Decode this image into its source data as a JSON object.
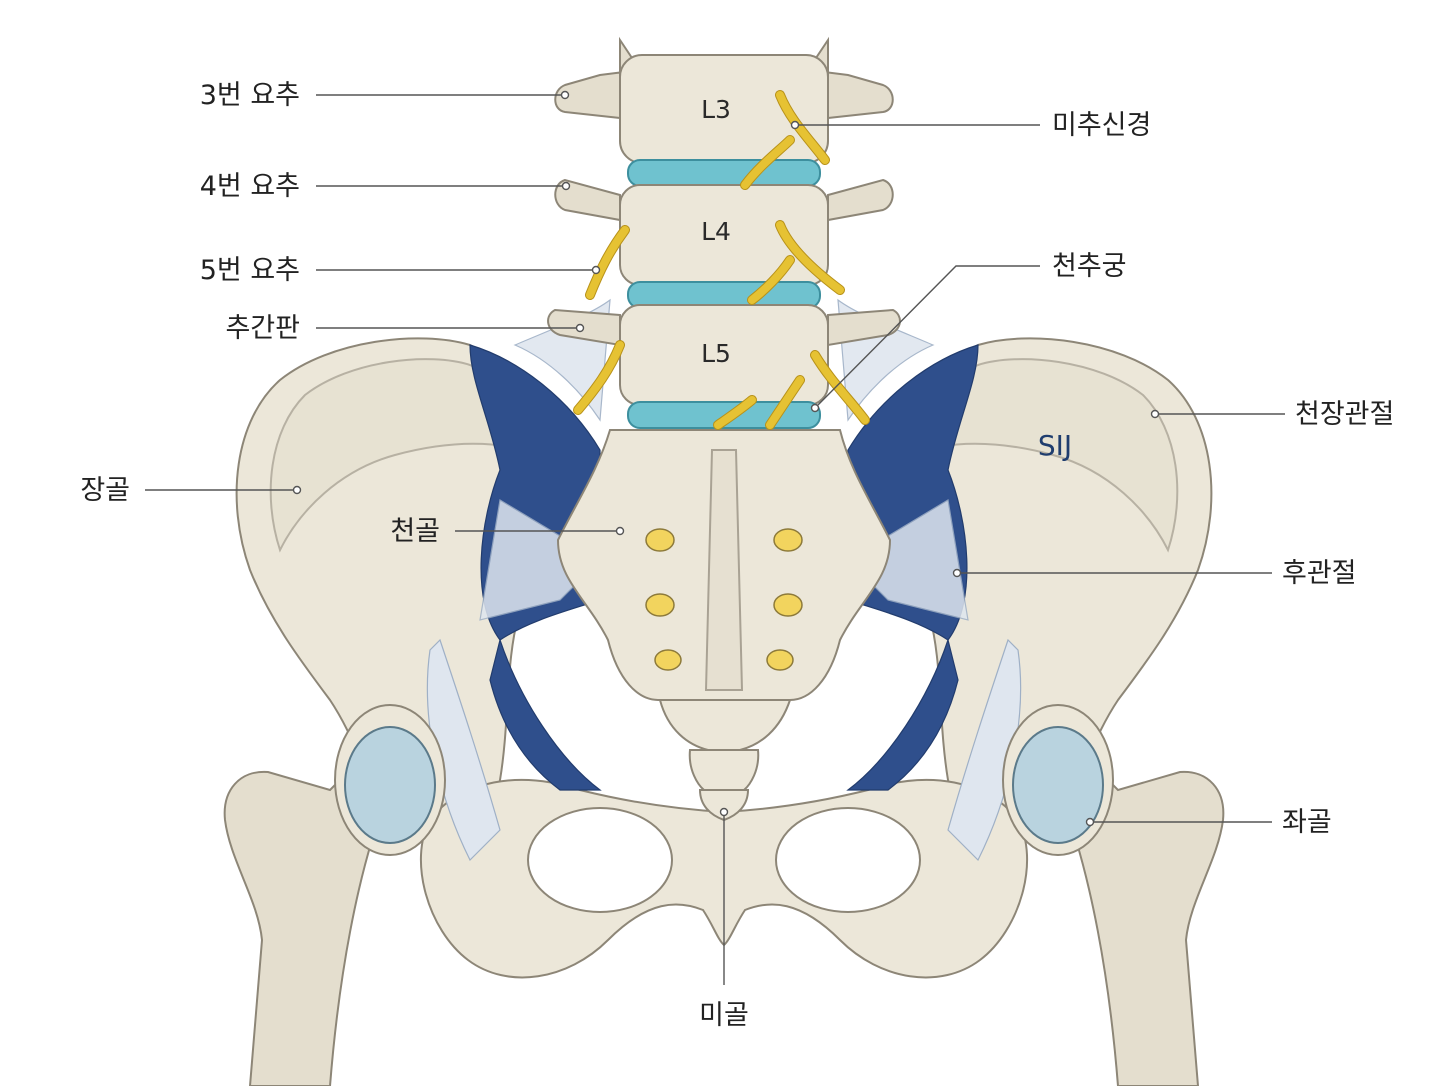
{
  "labels": {
    "l3_vertebra": "3번 요추",
    "l4_vertebra": "4번 요추",
    "l5_vertebra": "5번 요추",
    "disc": "추간판",
    "ilium": "장골",
    "sacrum": "천골",
    "coccygeal_nerve": "미추신경",
    "sacral_arch": "천추궁",
    "sacroiliac_joint": "천장관절",
    "facet_joint": "후관절",
    "hip_bone": "좌골",
    "coccyx": "미골"
  },
  "vertebra_labels": [
    "L3",
    "L4",
    "L5"
  ],
  "sij_label": "SIJ",
  "colors": {
    "bone": "#ece7d9",
    "disc": "#6fc2cf",
    "ligament_deep": "#2f4f8c",
    "ligament_light": "#dfe6ef",
    "nerve": "#e6c233",
    "sij_text": "#1f3d6e"
  }
}
